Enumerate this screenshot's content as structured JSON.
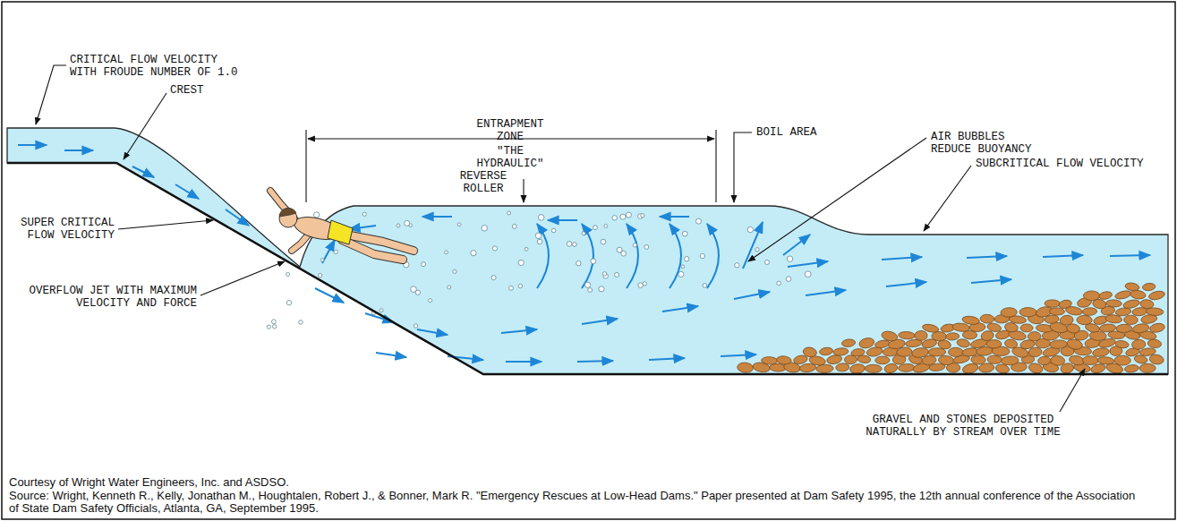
{
  "diagram": {
    "labels": [
      "CRITICAL FLOW VELOCITY WITH FROUDE NUMBER OF 1.0",
      "CREST",
      "ENTRAPMENT ZONE",
      "\"THE HYDRAULIC\"",
      "BOIL AREA",
      "AIR BUBBLES REDUCE BUOYANCY",
      "REVERSE ROLLER",
      "SUBCRITICAL FLOW VELOCITY",
      "SUPER CRITICAL FLOW VELOCITY",
      "OVERFLOW JET WITH MAXIMUM VELOCITY AND FORCE",
      "GRAVEL AND STONES DEPOSITED NATURALLY BY STREAM OVER TIME",
      "Courtesy of Wright Water Engineers, Inc. and ASDSO.",
      "Source: Wright, Kenneth R., Kelly, Jonathan M., Houghtalen, Robert J., & Bonner, Mark R. \"Emergency Rescues at Low-Head Dams.\" Paper presented at Dam Safety 1995, the 12th annual conference of the Association of State Dam Safety Officials, Atlanta, GA, September 1995."
    ]
  }
}
